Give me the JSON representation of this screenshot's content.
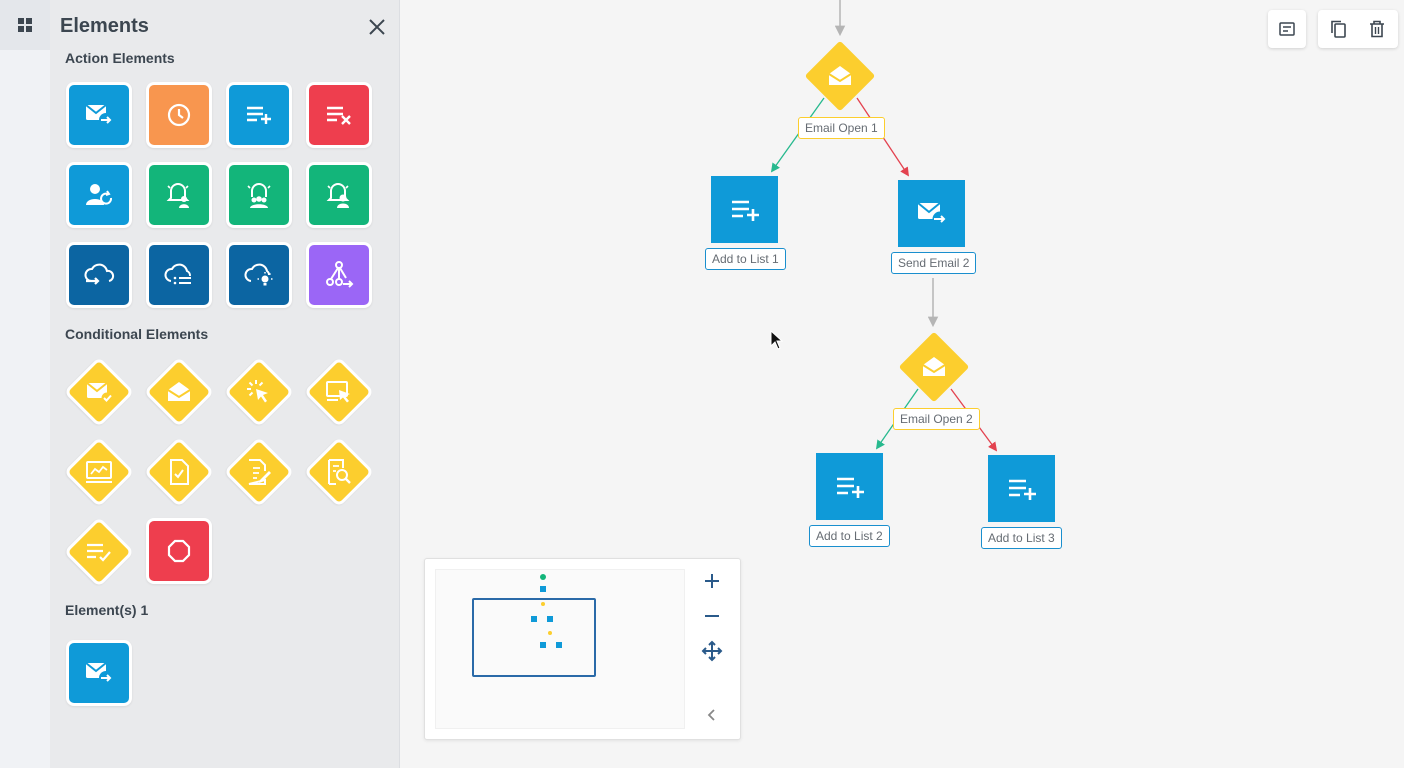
{
  "panel": {
    "title": "Elements",
    "sections": {
      "action": "Action Elements",
      "conditional": "Conditional Elements",
      "custom": "Element(s) 1"
    }
  },
  "colors": {
    "blue": "#0f9ad8",
    "orange": "#f8964f",
    "red": "#ee3e4e",
    "green": "#13b57a",
    "navy": "#0c65a2",
    "purple": "#9b66f6",
    "yellow": "#fcce2e",
    "arrow_green": "#27b98e",
    "arrow_red": "#e3424f",
    "arrow_gray": "#b5b5b5"
  },
  "action_elements": [
    {
      "icon": "send-email-icon",
      "color": "blue"
    },
    {
      "icon": "wait-clock-icon",
      "color": "orange"
    },
    {
      "icon": "add-to-list-icon",
      "color": "blue"
    },
    {
      "icon": "remove-from-list-icon",
      "color": "red"
    },
    {
      "icon": "update-contact-icon",
      "color": "blue"
    },
    {
      "icon": "notify-user-icon",
      "color": "green"
    },
    {
      "icon": "notify-team-icon",
      "color": "green"
    },
    {
      "icon": "notify-contact-icon",
      "color": "green"
    },
    {
      "icon": "cloud-upload-icon",
      "color": "navy"
    },
    {
      "icon": "cloud-list-icon",
      "color": "navy"
    },
    {
      "icon": "cloud-idea-icon",
      "color": "navy"
    },
    {
      "icon": "split-path-icon",
      "color": "purple"
    }
  ],
  "conditional_elements": [
    {
      "icon": "email-delivered-icon"
    },
    {
      "icon": "email-open-icon"
    },
    {
      "icon": "link-click-icon"
    },
    {
      "icon": "page-visit-icon"
    },
    {
      "icon": "website-activity-icon"
    },
    {
      "icon": "form-submitted-icon"
    },
    {
      "icon": "form-edit-icon"
    },
    {
      "icon": "document-search-icon"
    },
    {
      "icon": "list-check-icon"
    },
    {
      "icon": "stop-icon"
    }
  ],
  "custom_elements": [
    {
      "icon": "send-email-icon",
      "color": "blue"
    }
  ],
  "flow": {
    "nodes": {
      "email_open_1": "Email Open 1",
      "add_to_list_1": "Add to List 1",
      "send_email_2": "Send Email 2",
      "email_open_2": "Email Open 2",
      "add_to_list_2": "Add to List 2",
      "add_to_list_3": "Add to List 3"
    }
  },
  "toolbar": {
    "icons": [
      "card-view-icon",
      "copy-icon",
      "delete-icon"
    ]
  },
  "minimap": {
    "controls": [
      "zoom-in-icon",
      "zoom-out-icon",
      "move-icon",
      "collapse-icon"
    ]
  }
}
